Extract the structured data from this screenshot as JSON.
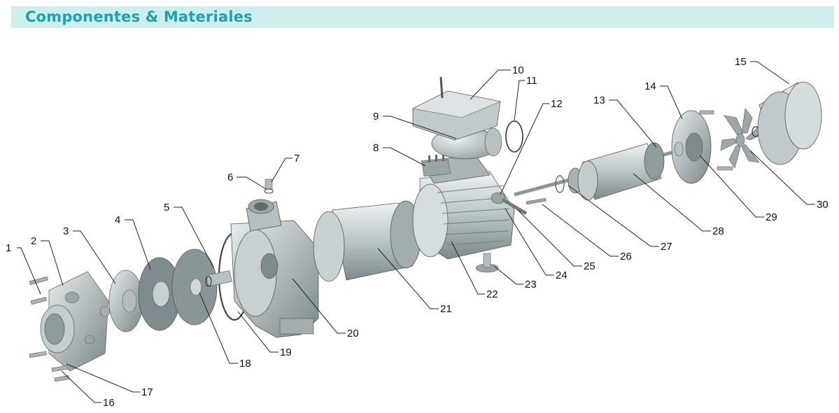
{
  "header": {
    "title": "Componentes & Materiales"
  },
  "labels": [
    "1",
    "2",
    "3",
    "4",
    "5",
    "6",
    "7",
    "8",
    "9",
    "10",
    "11",
    "12",
    "13",
    "14",
    "15",
    "16",
    "17",
    "18",
    "19",
    "20",
    "21",
    "22",
    "23",
    "24",
    "25",
    "26",
    "27",
    "28",
    "29",
    "30"
  ],
  "colors": {
    "header_bg": "#cfeeee",
    "title": "#1aa3b0",
    "part": "#b8c2c4",
    "part_dark": "#7f8b8e",
    "part_light": "#e2e8e9"
  }
}
